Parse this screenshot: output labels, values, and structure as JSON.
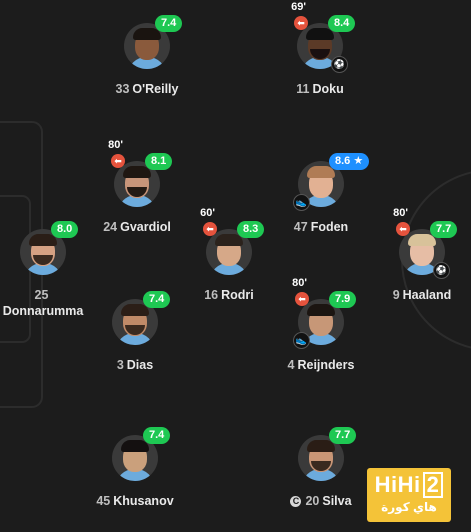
{
  "players": [
    {
      "id": "oreilly",
      "number": "33",
      "name": "O'Reilly",
      "rating": "7.4",
      "rating_style": "green",
      "sub_minute": "",
      "sub_icon": "",
      "ball": false,
      "assist": false,
      "captain": false,
      "two_line": false,
      "colors": {
        "skin": "#8a5a3c",
        "hair": "#1a1410",
        "beard": ""
      }
    },
    {
      "id": "doku",
      "number": "11",
      "name": "Doku",
      "rating": "8.4",
      "rating_style": "green",
      "sub_minute": "69'",
      "sub_icon": "substitution-out-icon",
      "ball": true,
      "assist": false,
      "captain": false,
      "two_line": false,
      "colors": {
        "skin": "#5b3a27",
        "hair": "#111111",
        "beard": "#1a1010"
      }
    },
    {
      "id": "gvardiol",
      "number": "24",
      "name": "Gvardiol",
      "rating": "8.1",
      "rating_style": "green",
      "sub_minute": "80'",
      "sub_icon": "substitution-out-icon",
      "ball": false,
      "assist": false,
      "captain": false,
      "two_line": false,
      "colors": {
        "skin": "#c8957a",
        "hair": "#1f1712",
        "beard": "#241a14"
      }
    },
    {
      "id": "foden",
      "number": "47",
      "name": "Foden",
      "rating": "8.6",
      "rating_style": "top",
      "rating_star": "★",
      "sub_minute": "",
      "sub_icon": "",
      "ball": false,
      "assist": true,
      "captain": false,
      "two_line": false,
      "colors": {
        "skin": "#e2b193",
        "hair": "#b07c55",
        "beard": ""
      }
    },
    {
      "id": "donnarumma",
      "number": "25",
      "name": "Donnarumma",
      "rating": "8.0",
      "rating_style": "green",
      "sub_minute": "",
      "sub_icon": "",
      "ball": false,
      "assist": false,
      "captain": false,
      "two_line": true,
      "colors": {
        "skin": "#d5a183",
        "hair": "#2a1e17",
        "beard": "#3a2a20"
      }
    },
    {
      "id": "rodri",
      "number": "16",
      "name": "Rodri",
      "rating": "8.3",
      "rating_style": "green",
      "sub_minute": "60'",
      "sub_icon": "substitution-out-icon",
      "ball": false,
      "assist": false,
      "captain": false,
      "two_line": false,
      "colors": {
        "skin": "#d6a888",
        "hair": "#2b221c",
        "beard": ""
      }
    },
    {
      "id": "haaland",
      "number": "9",
      "name": "Haaland",
      "rating": "7.7",
      "rating_style": "green",
      "sub_minute": "80'",
      "sub_icon": "substitution-out-icon",
      "ball": true,
      "assist": false,
      "captain": false,
      "two_line": false,
      "colors": {
        "skin": "#e6bda5",
        "hair": "#d8c29a",
        "beard": ""
      }
    },
    {
      "id": "dias",
      "number": "3",
      "name": "Dias",
      "rating": "7.4",
      "rating_style": "green",
      "sub_minute": "",
      "sub_icon": "",
      "ball": false,
      "assist": false,
      "captain": false,
      "two_line": false,
      "colors": {
        "skin": "#c08a68",
        "hair": "#2b1e17",
        "beard": "#3b2a1f"
      }
    },
    {
      "id": "reijnders",
      "number": "4",
      "name": "Reijnders",
      "rating": "7.9",
      "rating_style": "green",
      "sub_minute": "80'",
      "sub_icon": "substitution-out-icon",
      "ball": false,
      "assist": true,
      "captain": false,
      "two_line": false,
      "colors": {
        "skin": "#c79777",
        "hair": "#1b1511",
        "beard": ""
      }
    },
    {
      "id": "khusanov",
      "number": "45",
      "name": "Khusanov",
      "rating": "7.4",
      "rating_style": "green",
      "sub_minute": "",
      "sub_icon": "",
      "ball": false,
      "assist": false,
      "captain": false,
      "two_line": false,
      "colors": {
        "skin": "#caa07c",
        "hair": "#141010",
        "beard": ""
      }
    },
    {
      "id": "silva",
      "number": "20",
      "name": "Silva",
      "rating": "7.7",
      "rating_style": "green",
      "sub_minute": "",
      "sub_icon": "",
      "ball": false,
      "assist": false,
      "captain": true,
      "captain_label": "C",
      "two_line": false,
      "colors": {
        "skin": "#c99676",
        "hair": "#2a1d15",
        "beard": "#3a2a1f"
      }
    }
  ],
  "icons": {
    "substitution": "substitution-out-icon",
    "ball": "football-icon",
    "assist": "boot-icon",
    "star": "star-icon",
    "captain": "captain-icon"
  },
  "watermark": {
    "logo": "HiHi",
    "logo_num": "2",
    "subtitle": "هاي كورة"
  },
  "theme": {
    "background": "#1c1c1c",
    "rating_green": "#1ec853",
    "rating_top": "#1e90ff",
    "sub_red": "#e5533d"
  }
}
